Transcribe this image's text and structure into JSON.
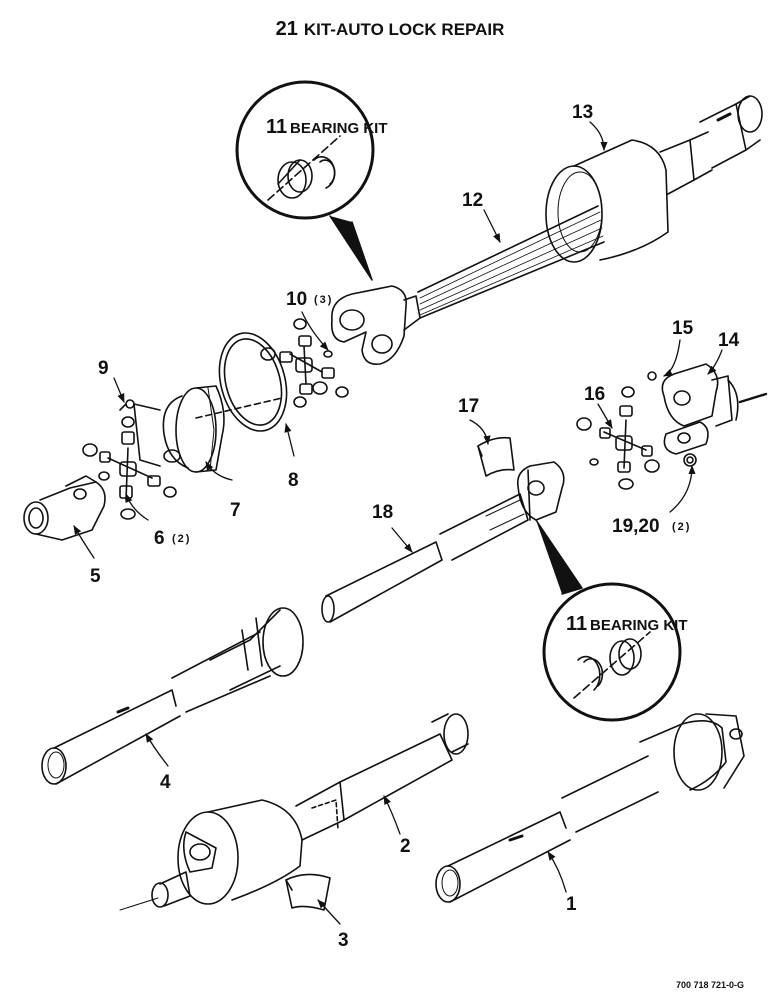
{
  "title": {
    "number": "21",
    "text": "KIT-AUTO LOCK REPAIR"
  },
  "bearing_kit": {
    "number": "11",
    "text": "BEARING KIT"
  },
  "callouts": {
    "c1": "1",
    "c2": "2",
    "c3": "3",
    "c4": "4",
    "c5": "5",
    "c6": "6",
    "c6_qty": "(2)",
    "c7": "7",
    "c8": "8",
    "c9": "9",
    "c10": "10",
    "c10_qty": "(3)",
    "c12": "12",
    "c13": "13",
    "c14": "14",
    "c15": "15",
    "c16": "16",
    "c17": "17",
    "c18": "18",
    "c19": "19,20",
    "c19_qty": "(2)"
  },
  "footer": "700 718 721-0-G"
}
